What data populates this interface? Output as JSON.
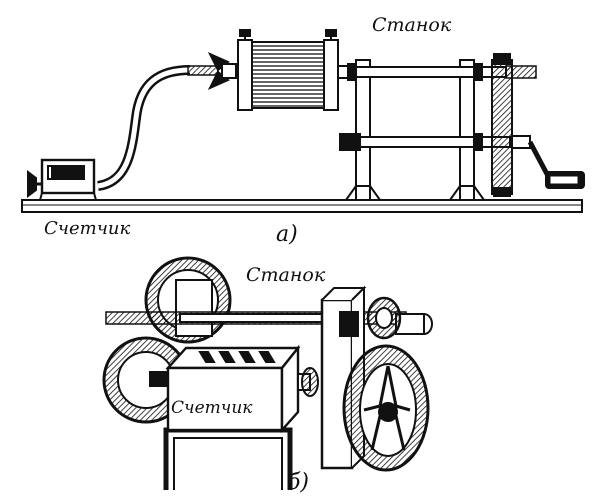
{
  "figure_a": {
    "machine_label": "Станок",
    "counter_label": "Счетчик",
    "panel_label": "а)"
  },
  "figure_b": {
    "machine_label": "Станок",
    "counter_label": "Счетчик",
    "panel_label": "б)"
  }
}
